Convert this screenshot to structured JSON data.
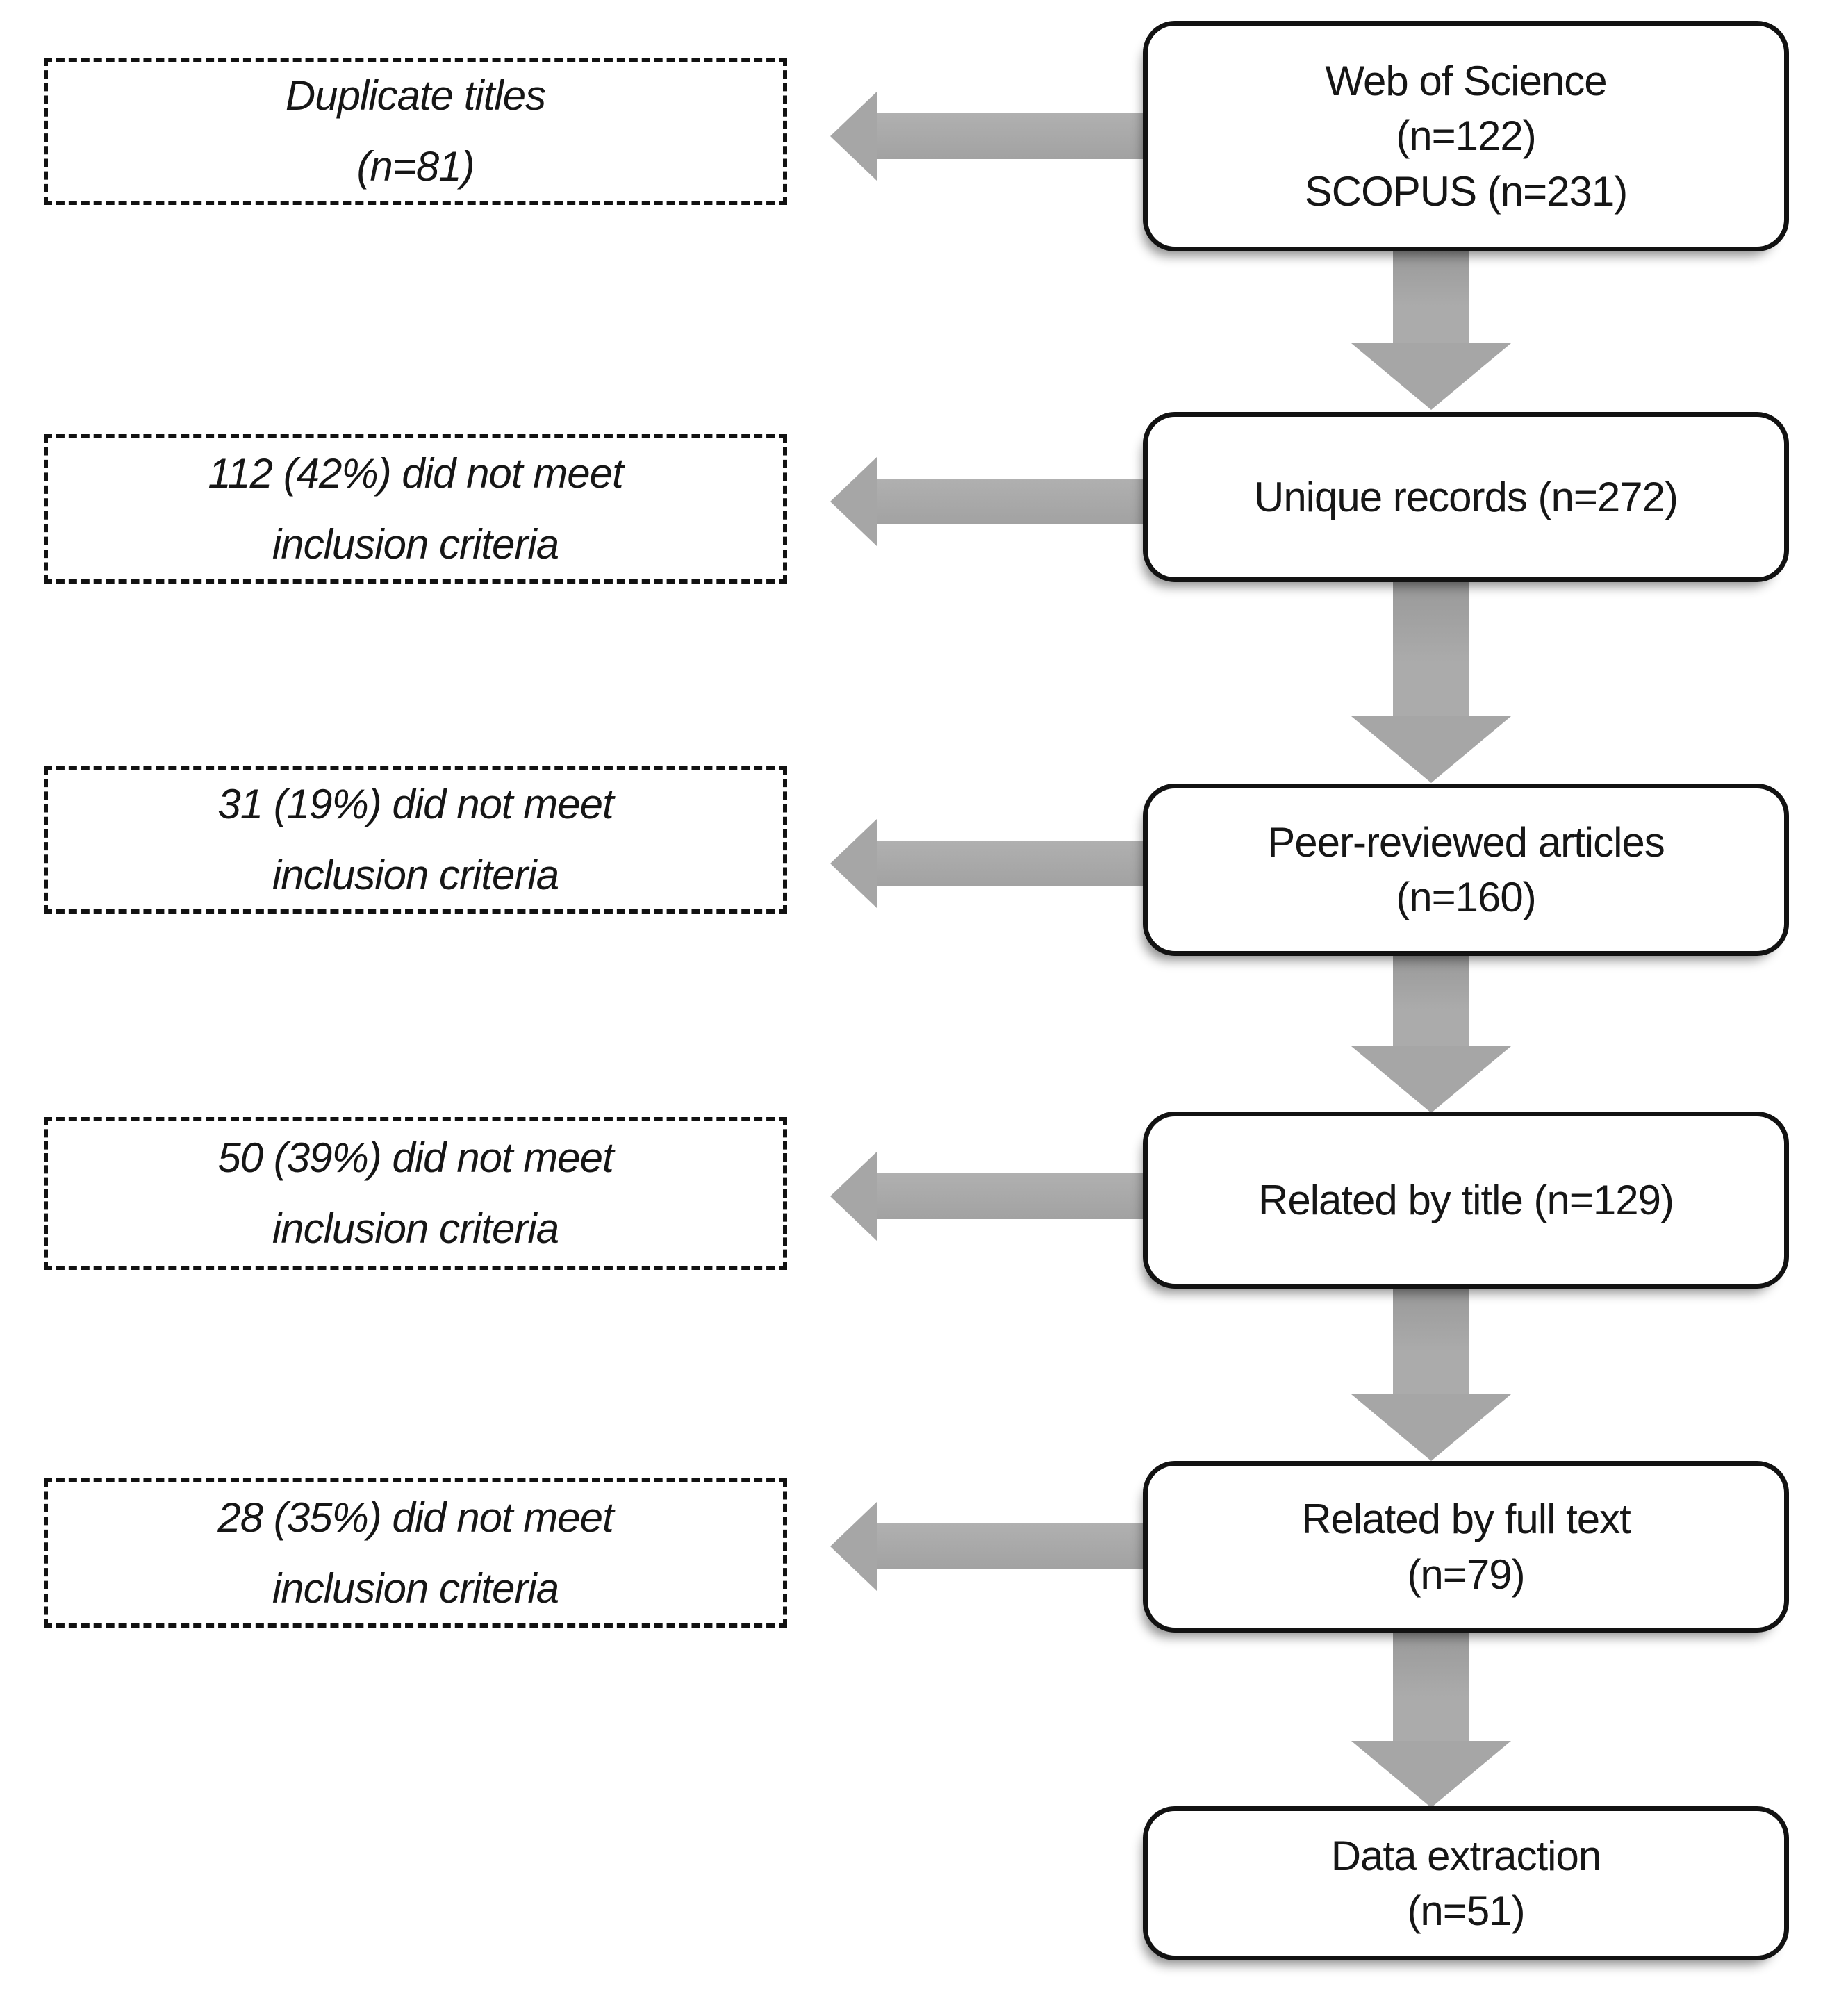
{
  "diagram": {
    "type": "flowchart",
    "colors": {
      "arrow": "#a6a6a6",
      "box_border": "#121212",
      "box_background": "#ffffff",
      "text": "#161616"
    },
    "right_boxes": [
      {
        "lines": [
          "Web of Science",
          "(n=122)",
          "SCOPUS (n=231)"
        ]
      },
      {
        "lines": [
          "Unique records (n=272)"
        ]
      },
      {
        "lines": [
          "Peer-reviewed articles",
          "(n=160)"
        ]
      },
      {
        "lines": [
          "Related by title (n=129)"
        ]
      },
      {
        "lines": [
          "Related by full text",
          "(n=79)"
        ]
      },
      {
        "lines": [
          "Data extraction",
          "(n=51)"
        ]
      }
    ],
    "left_boxes": [
      {
        "lines": [
          "Duplicate titles",
          "(n=81)"
        ]
      },
      {
        "lines": [
          "112 (42%) did not meet",
          "inclusion criteria"
        ]
      },
      {
        "lines": [
          "31 (19%) did not meet",
          "inclusion criteria"
        ]
      },
      {
        "lines": [
          "50 (39%) did not meet",
          "inclusion criteria"
        ]
      },
      {
        "lines": [
          "28 (35%) did not meet",
          "inclusion criteria"
        ]
      }
    ]
  }
}
